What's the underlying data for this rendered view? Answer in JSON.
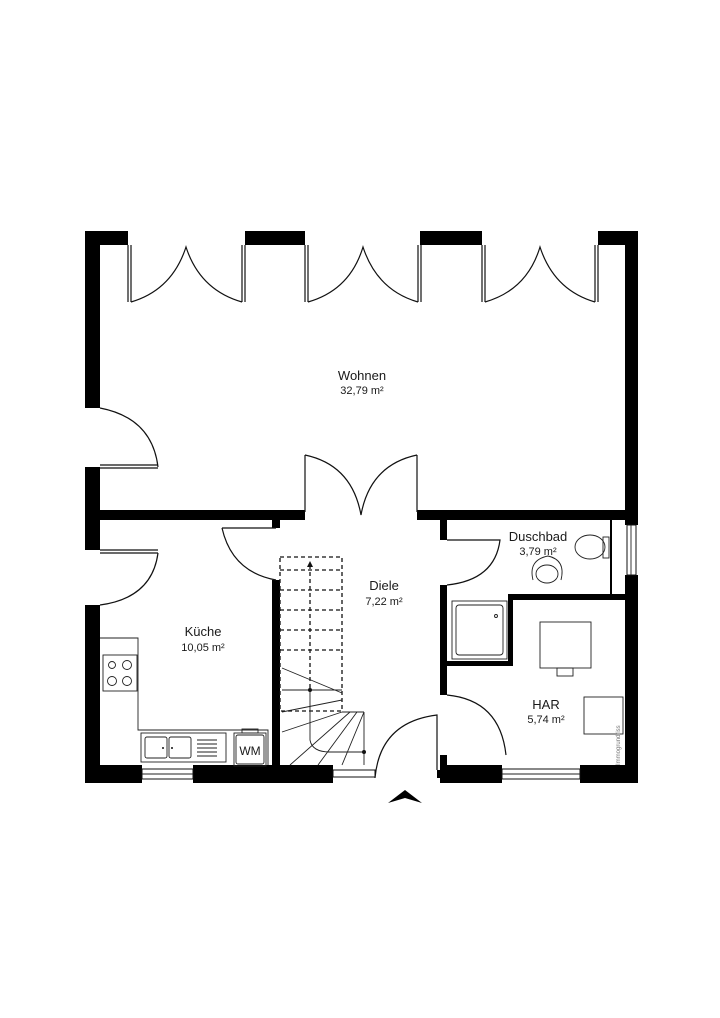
{
  "rooms": [
    {
      "name": "Wohnen",
      "area": "32,79 m²"
    },
    {
      "name": "Küche",
      "area": "10,05 m²"
    },
    {
      "name": "Diele",
      "area": "7,22 m²"
    },
    {
      "name": "Duschbad",
      "area": "3,79 m²"
    },
    {
      "name": "HAR",
      "area": "5,74 m²"
    }
  ],
  "fixtures": {
    "washing_machine": "WM"
  },
  "watermark": "Immogrundriss",
  "colors": {
    "wall": "#000000",
    "background": "#ffffff"
  }
}
